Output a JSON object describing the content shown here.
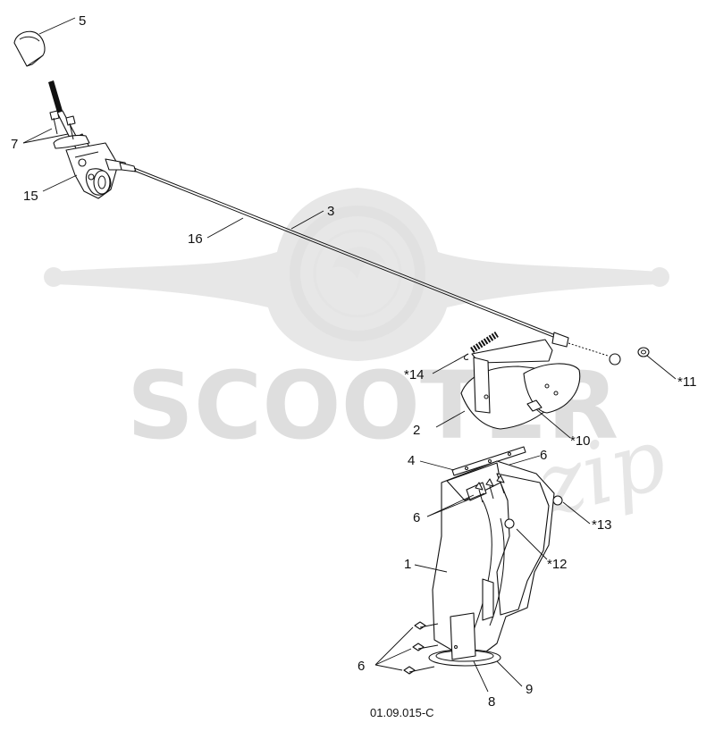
{
  "watermark": {
    "brand": "SCOOTER",
    "suffix": "zip"
  },
  "drawing_code": "01.09.015-C",
  "callouts": {
    "c1": "1",
    "c2": "2",
    "c3": "3",
    "c4": "4",
    "c5": "5",
    "c6a": "6",
    "c6b": "6",
    "c6c": "6",
    "c7": "7",
    "c8": "8",
    "c9": "9",
    "c10": "*10",
    "c11": "*11",
    "c12": "*12",
    "c13": "*13",
    "c14": "*14",
    "c15": "15",
    "c16": "16"
  }
}
